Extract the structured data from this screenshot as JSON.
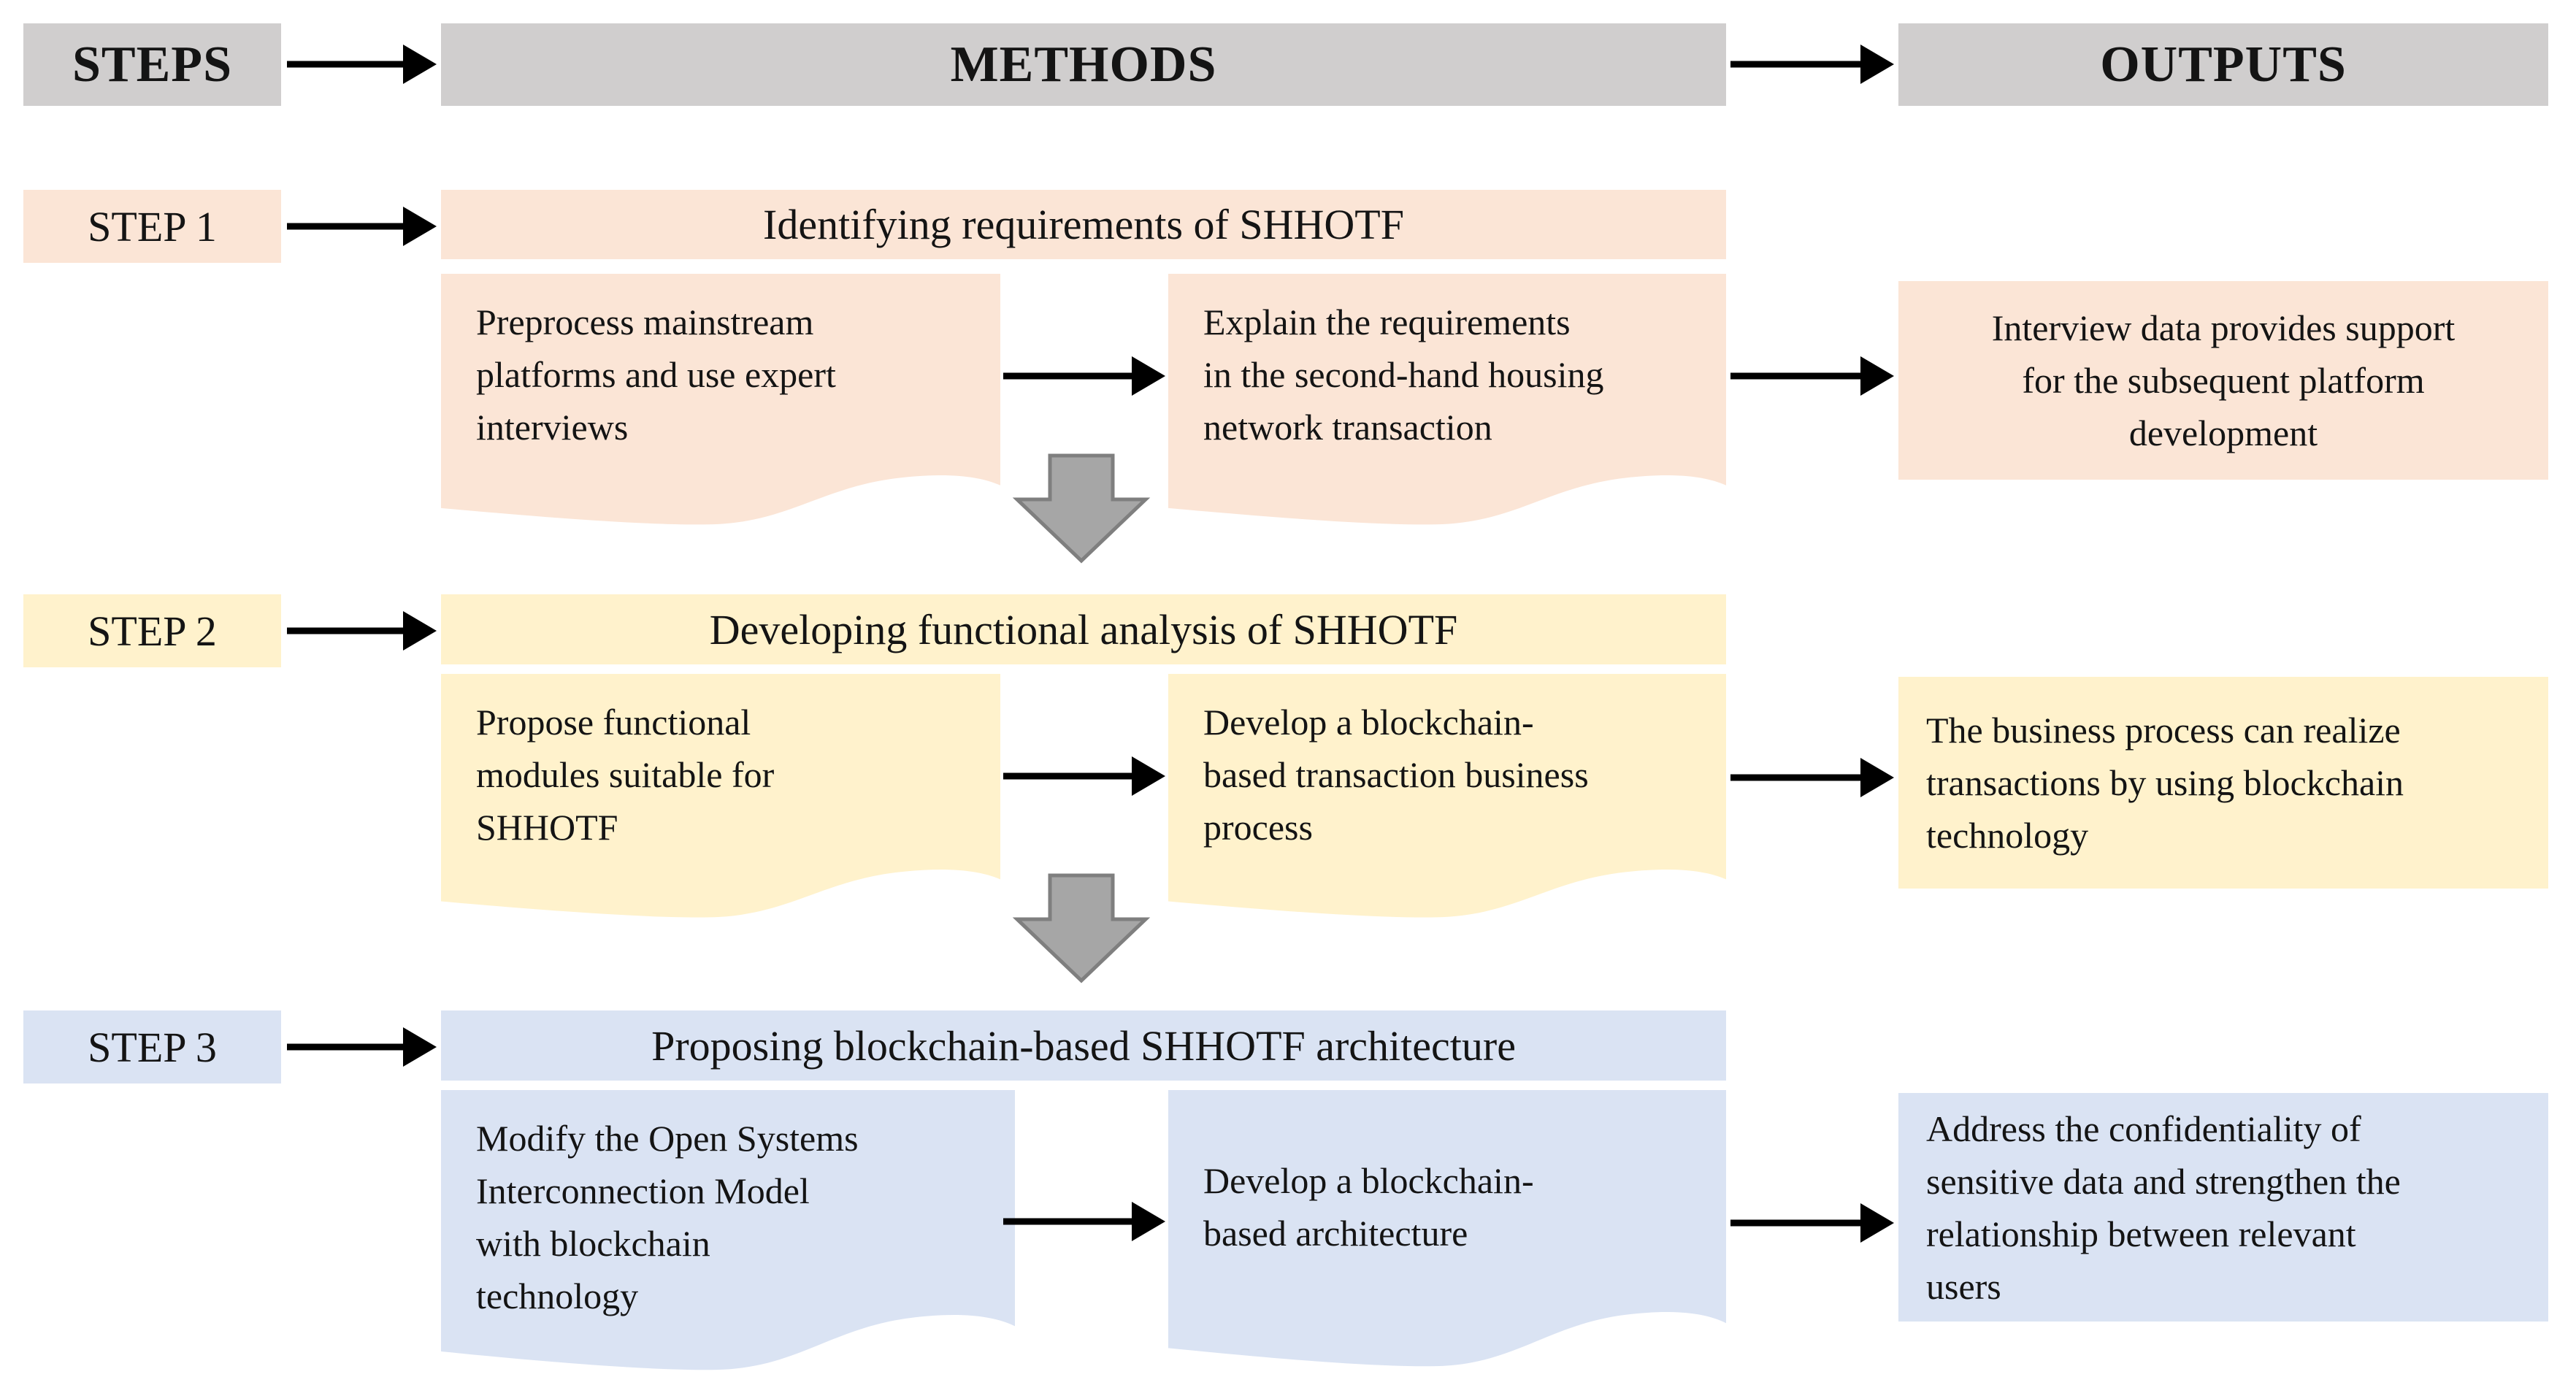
{
  "diagram": {
    "columns": {
      "steps": "STEPS",
      "methods": "METHODS",
      "outputs": "OUTPUTS"
    },
    "rows": [
      {
        "step": "STEP 1",
        "title": "Identifying requirements of SHHOTF",
        "method_left": "Preprocess mainstream\nplatforms and use expert\ninterviews",
        "method_right": "Explain the requirements\nin the second-hand housing\nnetwork transaction",
        "output": "Interview data provides support\nfor the subsequent platform\ndevelopment",
        "fill": "#fbe5d6"
      },
      {
        "step": "STEP 2",
        "title": "Developing functional analysis of SHHOTF",
        "method_left": "Propose functional\nmodules suitable for\nSHHOTF",
        "method_right": "Develop a blockchain-\nbased transaction business\nprocess",
        "output": "The business process can realize\ntransactions by using blockchain\ntechnology",
        "fill": "#fff2cc"
      },
      {
        "step": "STEP 3",
        "title": "Proposing blockchain-based SHHOTF architecture",
        "method_left": "Modify the Open Systems\nInterconnection Model\nwith blockchain\ntechnology",
        "method_right": "Develop a blockchain-\nbased architecture",
        "output": "Address the confidentiality of\nsensitive data and strengthen the\nrelationship between relevant\nusers",
        "fill": "#dae3f3"
      }
    ],
    "colors": {
      "header_bg": "#d0cece",
      "row1_bg": "#fbe5d6",
      "row2_bg": "#fff2cc",
      "row3_bg": "#dae3f3",
      "down_arrow_fill": "#a6a6a6",
      "down_arrow_stroke": "#7f7f7f",
      "arrow": "#000000",
      "text": "#141414",
      "background": "#ffffff"
    }
  }
}
